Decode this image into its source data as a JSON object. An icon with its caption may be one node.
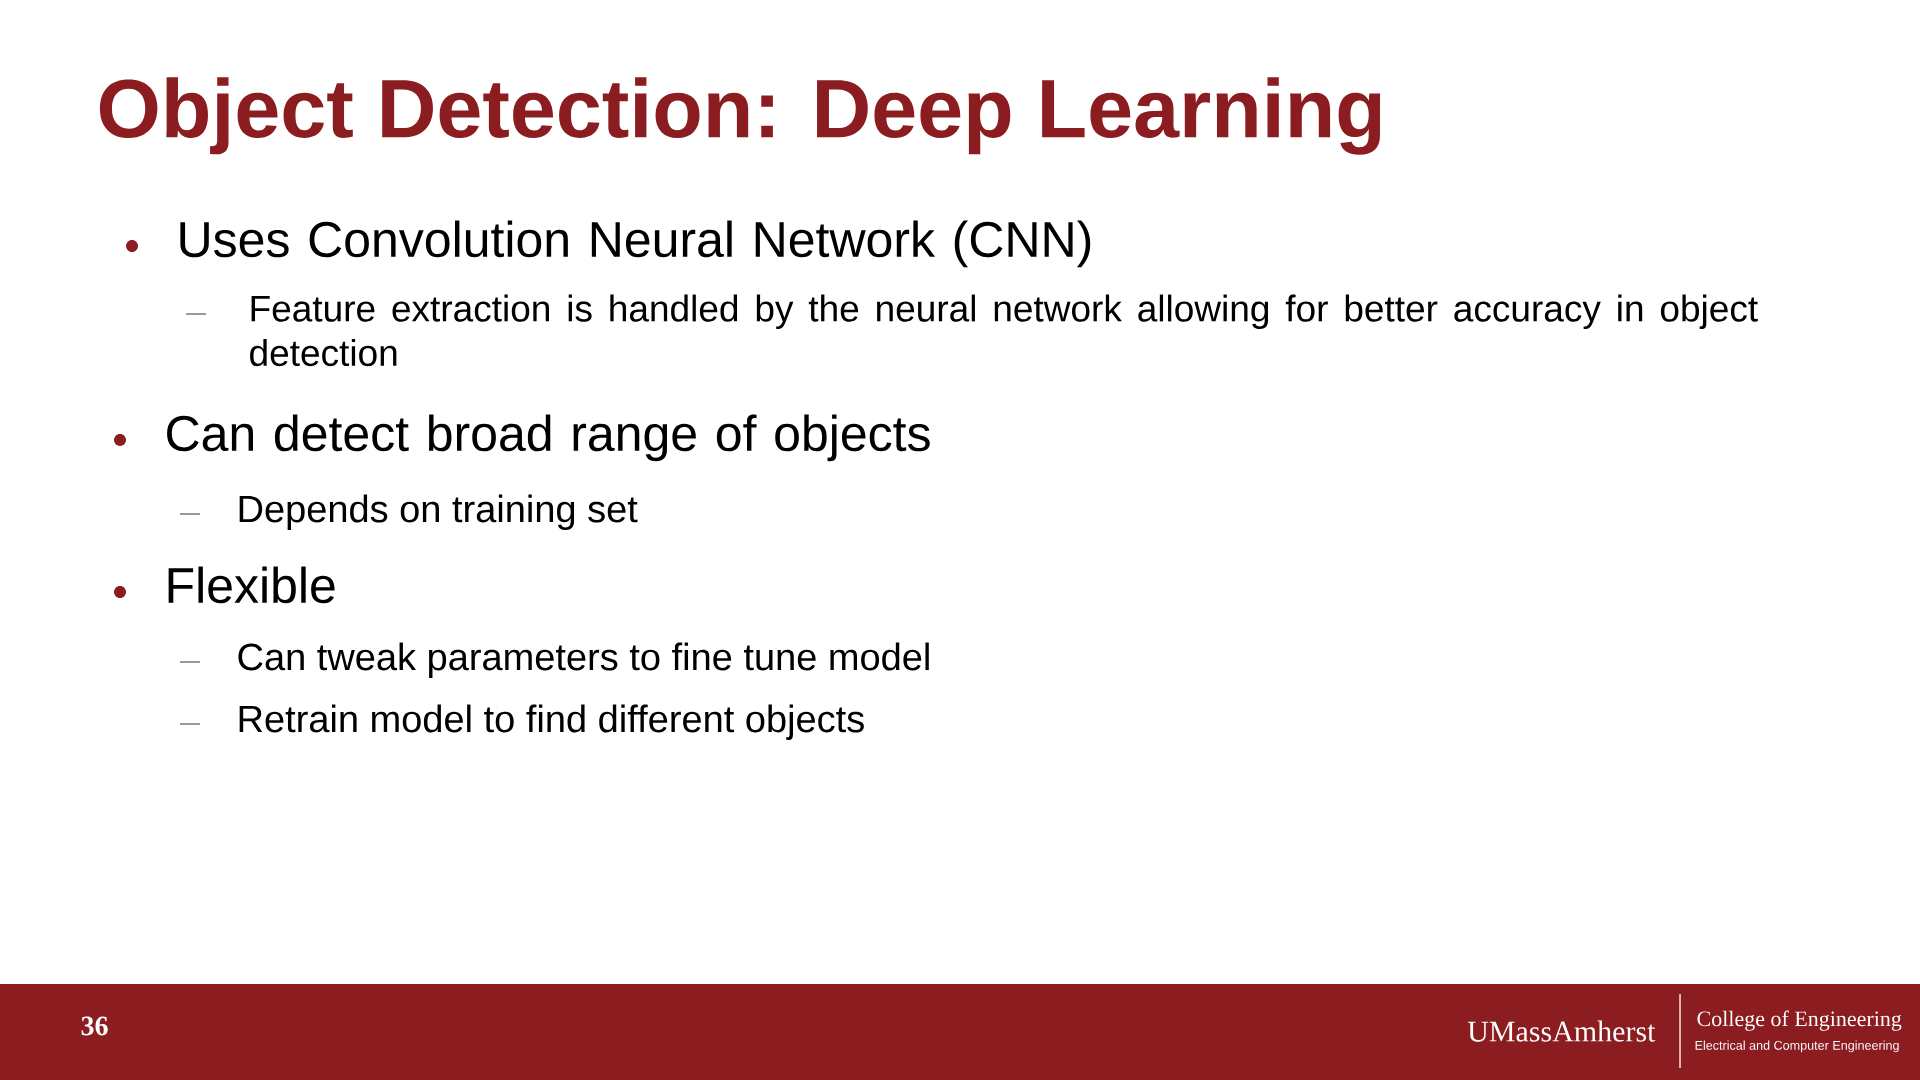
{
  "diagram": {
    "title": "Object Detection: Deep Learning",
    "labels": [
      "Uses Convolution Neural Network (CNN)",
      "Feature extraction is handled by the neural network allowing for better accuracy in object detection",
      "Can detect broad range of objects",
      "Depends on training set",
      "Flexible",
      "Can tweak parameters to fine tune model",
      "Retrain model to find different objects",
      "36",
      "UMassAmherst",
      "College of Engineering",
      "Electrical and Computer Engineering"
    ]
  }
}
